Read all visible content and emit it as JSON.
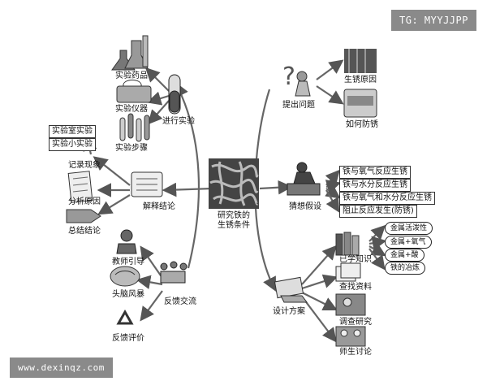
{
  "watermark_top": "TG: MYYJJPP",
  "watermark_bottom": "www.dexinqz.com",
  "center": {
    "line1": "研究铁的",
    "line2": "生锈条件"
  },
  "experiment": {
    "label": "进行实验",
    "items": [
      "实验药品",
      "实验仪器",
      "实验步骤"
    ]
  },
  "conclusion": {
    "label": "解释结论",
    "boxes": [
      "实验室实验",
      "实验小实验"
    ],
    "items": [
      "记录现象",
      "分析原因",
      "总结结论"
    ]
  },
  "feedback": {
    "label": "反馈交流",
    "items": [
      "教师引导",
      "头脑风暴",
      "反馈评价"
    ]
  },
  "question": {
    "label": "提出问题",
    "items": [
      "生锈原因",
      "如何防锈"
    ]
  },
  "hypothesis": {
    "label": "猜想假设",
    "items": [
      "铁与氧气反应生锈",
      "铁与水分反应生锈",
      "铁与氧气和水分反应生锈",
      "阻止反应发生(防锈)"
    ]
  },
  "design": {
    "label": "设计方案",
    "items": [
      "已学知识",
      "查找资料",
      "调查研究",
      "师生讨论"
    ],
    "knowledge": [
      "金属活泼性",
      "金属+氧气",
      "金属+酸",
      "铁的冶炼"
    ]
  }
}
